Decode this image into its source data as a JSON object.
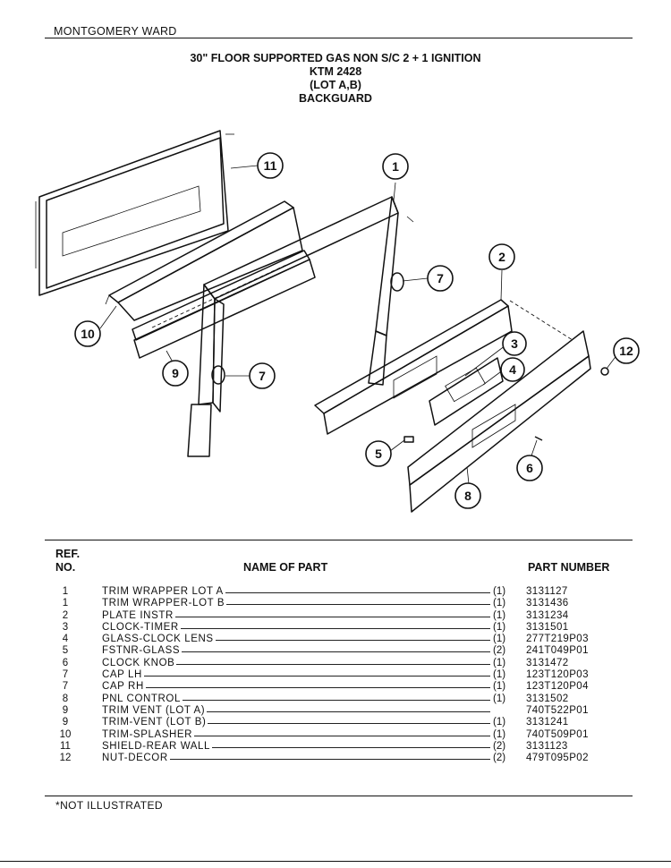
{
  "header": {
    "brand": "MONTGOMERY WARD",
    "title_lines": [
      "30\" FLOOR SUPPORTED GAS NON S/C 2 + 1 IGNITION",
      "KTM 2428",
      "(LOT A,B)",
      "BACKGUARD"
    ]
  },
  "diagram": {
    "callouts": [
      "11",
      "1",
      "7",
      "2",
      "10",
      "3",
      "12",
      "9",
      "7",
      "4",
      "5",
      "6",
      "8"
    ]
  },
  "table": {
    "headers": {
      "ref": "REF.",
      "no": "NO.",
      "name": "NAME OF PART",
      "part_number": "PART NUMBER"
    },
    "rows": [
      {
        "ref": "1",
        "name": "TRIM WRAPPER LOT A",
        "qty": "(1)",
        "pn": "3131127"
      },
      {
        "ref": "1",
        "name": "TRIM WRAPPER-LOT B",
        "qty": "(1)",
        "pn": "3131436"
      },
      {
        "ref": "2",
        "name": "PLATE INSTR",
        "qty": "(1)",
        "pn": "3131234"
      },
      {
        "ref": "3",
        "name": "CLOCK-TIMER",
        "qty": "(1)",
        "pn": "3131501"
      },
      {
        "ref": "4",
        "name": "GLASS-CLOCK LENS",
        "qty": "(1)",
        "pn": "277T219P03"
      },
      {
        "ref": "5",
        "name": "FSTNR-GLASS",
        "qty": "(2)",
        "pn": "241T049P01"
      },
      {
        "ref": "6",
        "name": "CLOCK KNOB",
        "qty": "(1)",
        "pn": "3131472"
      },
      {
        "ref": "7",
        "name": "CAP LH",
        "qty": "(1)",
        "pn": "123T120P03"
      },
      {
        "ref": "7",
        "name": "CAP RH",
        "qty": "(1)",
        "pn": "123T120P04"
      },
      {
        "ref": "8",
        "name": "PNL CONTROL",
        "qty": "(1)",
        "pn": "3131502"
      },
      {
        "ref": "9",
        "name": "TRIM VENT (LOT A)",
        "qty": "",
        "pn": "740T522P01"
      },
      {
        "ref": "9",
        "name": "TRIM-VENT (LOT B)",
        "qty": "(1)",
        "pn": "3131241"
      },
      {
        "ref": "10",
        "name": "TRIM-SPLASHER",
        "qty": "(1)",
        "pn": "740T509P01"
      },
      {
        "ref": "11",
        "name": "SHIELD-REAR WALL",
        "qty": "(2)",
        "pn": "3131123"
      },
      {
        "ref": "12",
        "name": "NUT-DECOR",
        "qty": "(2)",
        "pn": "479T095P02"
      }
    ]
  },
  "footer": {
    "note": "*NOT ILLUSTRATED"
  }
}
